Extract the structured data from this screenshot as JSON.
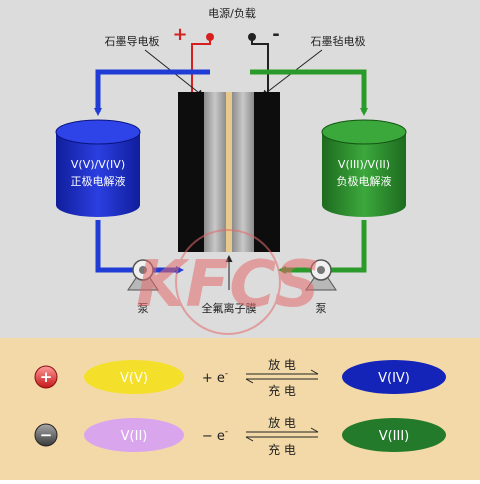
{
  "diagram": {
    "power_label": "电源/负载",
    "plus_sign": "+",
    "minus_sign": "-",
    "left_electrode_label": "石墨导电板",
    "right_electrode_label": "石墨毡电极",
    "membrane_label": "全氟离子膜",
    "left_tank_line1": "V(V)/V(IV)",
    "left_tank_line2": "正极电解液",
    "right_tank_line1": "V(III)/V(II)",
    "right_tank_line2": "负极电解液",
    "left_pump_label": "泵",
    "right_pump_label": "泵",
    "watermark": "KFCS"
  },
  "reactions": [
    {
      "sign": "+",
      "left_species": "V(V)",
      "electron": "+ e",
      "electron_sup": "-",
      "top_arrow": "放 电",
      "bottom_arrow": "充 电",
      "right_species": "V(IV)"
    },
    {
      "sign": "−",
      "left_species": "V(II)",
      "electron": "− e",
      "electron_sup": "-",
      "top_arrow": "放 电",
      "bottom_arrow": "充 电",
      "right_species": "V(III)"
    }
  ],
  "colors": {
    "top_background": "#dcdcdc",
    "bottom_background": "#f3d9a8",
    "positive_flow": "#1f3cd6",
    "negative_flow": "#2a9a2a",
    "left_tank": "#2233cc",
    "right_tank": "#2f8f2f",
    "vv_ellipse": "#f4e02a",
    "viv_ellipse": "#1424b8",
    "vii_ellipse": "#d9a6ee",
    "viii_ellipse": "#237a2a",
    "watermark": "#e56a6a",
    "red_wire": "#d62020"
  }
}
